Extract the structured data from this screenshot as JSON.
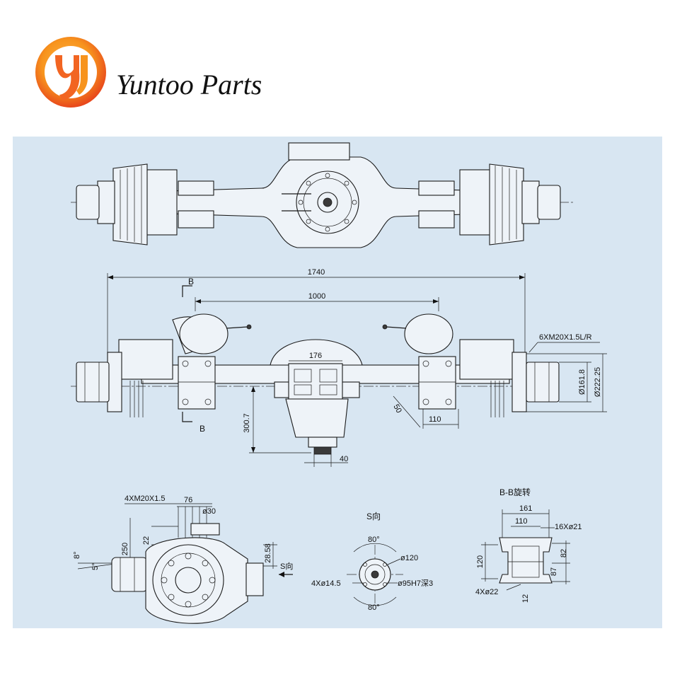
{
  "brand": {
    "name": "Yuntoo Parts",
    "logo_colors": [
      "#f7941d",
      "#e8471c",
      "#ffffff"
    ]
  },
  "diagram": {
    "panel_color": "#d8e6f2",
    "front_view": {
      "dim_total_width": "1740",
      "dim_spring_seat": "1000",
      "dim_diff_flange": "176",
      "dim_height": "300.7",
      "dim_pinion": "40",
      "dim_seat_width": "110",
      "dim_angle": "50",
      "dim_bolt_spec": "6XM20X1.5L/R",
      "dim_hub_small": "Ø161.8",
      "dim_hub_large": "Ø222.25",
      "section_label_top": "B",
      "section_label_bottom": "B"
    },
    "side_view": {
      "dim_studs": "4XM20X1.5",
      "dim_76": "76",
      "dim_d30": "ø30",
      "dim_22": "22",
      "dim_250": "250",
      "dim_8": "8°",
      "dim_5": "5°",
      "dim_28_58": "28.58",
      "view_arrow": "S向"
    },
    "s_view": {
      "title": "S向",
      "dim_80_top": "80°",
      "dim_80_bottom": "80°",
      "dim_d120": "ø120",
      "dim_holes": "4Xø14.5",
      "dim_bore": "ø95H7深3"
    },
    "bb_view": {
      "title": "B-B旋转",
      "dim_161": "161",
      "dim_110": "110",
      "dim_holes_top": "16Xø21",
      "dim_120": "120",
      "dim_82": "82",
      "dim_87": "87",
      "dim_holes_bottom": "4Xø22",
      "dim_12": "12"
    }
  }
}
